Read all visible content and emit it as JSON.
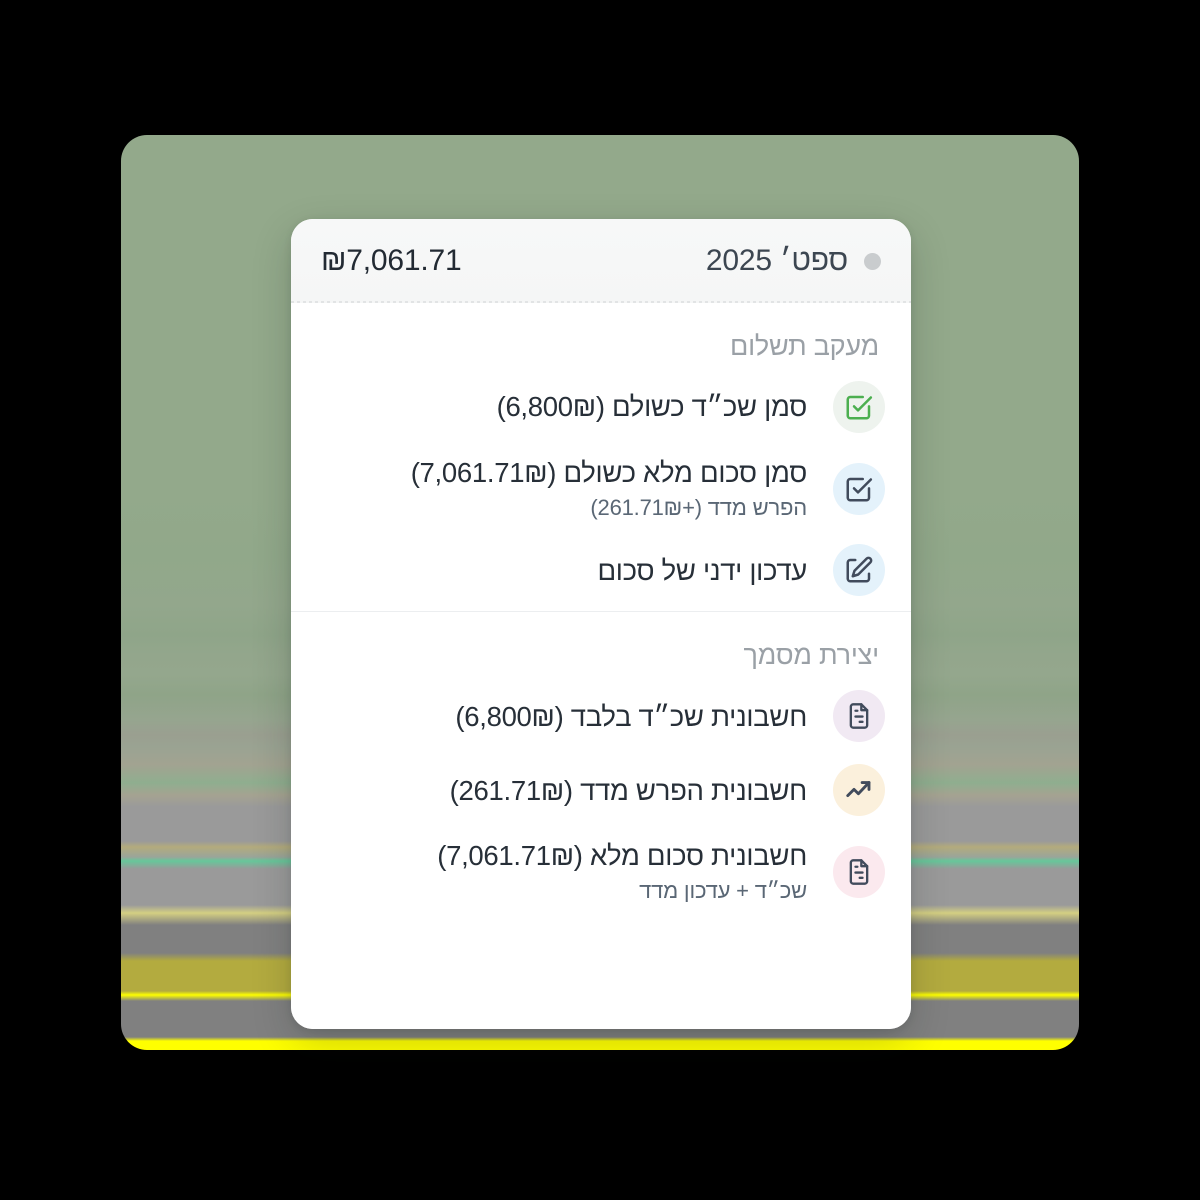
{
  "backdrop": {
    "color": "#93a98b",
    "glitch_stripe_colors": [
      "#9a9a9a",
      "#808080",
      "#b3ab3f",
      "#ffff00"
    ]
  },
  "card": {
    "header": {
      "status_dot_color": "#c9ccce",
      "period": "ספט׳ 2025",
      "amount": "₪7,061.71"
    },
    "sections": [
      {
        "title": "מעקב תשלום",
        "items": [
          {
            "icon": "check-square-icon",
            "icon_color": "#4caf50",
            "icon_bg": "#eef3ee",
            "title": "סמן שכ״ד כשולם (6,800₪)",
            "subtitle": ""
          },
          {
            "icon": "check-square-icon",
            "icon_color": "#414b5c",
            "icon_bg": "#e4f2fb",
            "title": "סמן סכום מלא כשולם (7,061.71₪)",
            "subtitle": "הפרש מדד (+261.71₪)"
          },
          {
            "icon": "edit-pencil-square-icon",
            "icon_color": "#414b5c",
            "icon_bg": "#e4f2fb",
            "title": "עדכון ידני של סכום",
            "subtitle": ""
          }
        ]
      },
      {
        "title": "יצירת מסמך",
        "items": [
          {
            "icon": "document-text-icon",
            "icon_color": "#414b5c",
            "icon_bg": "#f1e9f3",
            "title": "חשבונית שכ״ד בלבד (6,800₪)",
            "subtitle": ""
          },
          {
            "icon": "trending-up-icon",
            "icon_color": "#414b5c",
            "icon_bg": "#fbf0dc",
            "title": "חשבונית הפרש מדד (261.71₪)",
            "subtitle": ""
          },
          {
            "icon": "document-text-icon",
            "icon_color": "#414b5c",
            "icon_bg": "#fbe9ee",
            "title": "חשבונית סכום מלא (7,061.71₪)",
            "subtitle": "שכ״ד + עדכון מדד"
          }
        ]
      }
    ]
  }
}
